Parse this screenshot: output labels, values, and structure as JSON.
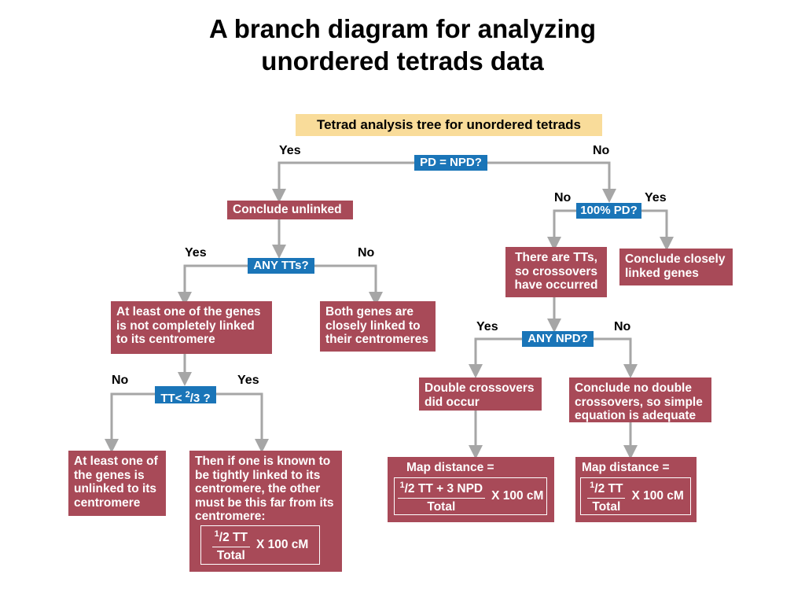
{
  "title": [
    "A branch diagram for analyzing",
    "unordered tetrads data"
  ],
  "header": "Tetrad analysis tree for unordered tetrads",
  "questions": {
    "pd_npd": "PD = NPD?",
    "pd100": "100% PD?",
    "any_tt": "ANY TTs?",
    "any_npd": "ANY NPD?",
    "tt_prefix": "TT< ",
    "tt_num": "2",
    "tt_den": "/3",
    "tt_suffix": " ?"
  },
  "branch_labels": {
    "yes": "Yes",
    "no": "No"
  },
  "conclusions": {
    "unlinked": "Conclude unlinked",
    "closely_linked_genes": [
      "Conclude closely",
      "linked genes"
    ],
    "crossovers_occurred": [
      "There are TTs,",
      "so crossovers",
      "have occurred"
    ],
    "not_completely_linked": [
      "At least one of the genes",
      "is not completely linked",
      "to its centromere"
    ],
    "both_linked": [
      "Both genes are",
      "closely linked to",
      "their centromeres"
    ],
    "double_crossovers": [
      "Double crossovers",
      "did occur"
    ],
    "no_double": [
      "Conclude no double",
      "crossovers, so simple",
      "equation is adequate"
    ],
    "unlinked_centromere": [
      "At least one of",
      "the genes is",
      "unlinked to its",
      "centromere"
    ],
    "tightly_linked": [
      "Then if one is known to",
      "be tightly linked to its",
      "centromere, the other",
      "must be this far from its",
      "centromere:"
    ]
  },
  "formulas": {
    "map_distance_label": "Map distance =",
    "frac_half": "1",
    "frac_half_den": "/2",
    "tt": " TT",
    "tt_plus_npd": " TT + 3 NPD",
    "total": "Total",
    "times": "X 100 cM"
  },
  "colors": {
    "red_box": "#a84a58",
    "blue_box": "#1a75b8",
    "header_box": "#f9dc9a",
    "arrow": "#a6a6a6"
  }
}
